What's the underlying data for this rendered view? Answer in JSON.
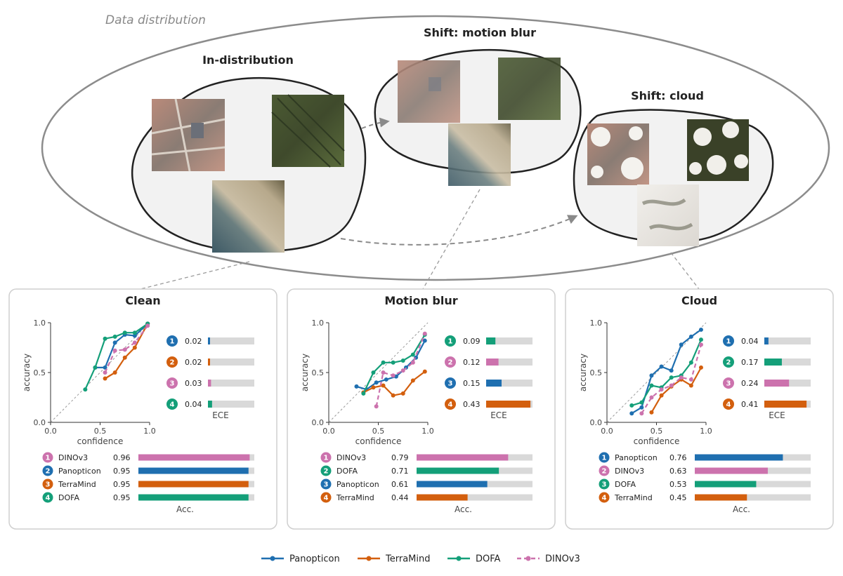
{
  "diagram": {
    "outer_label": "Data distribution",
    "regions": [
      {
        "label": "In-distribution"
      },
      {
        "label": "Shift: motion blur"
      },
      {
        "label": "Shift: cloud"
      }
    ]
  },
  "colors": {
    "Panopticon": "#1f6fb0",
    "TerraMind": "#d35f0e",
    "DOFA": "#149f79",
    "DINOv3": "#cc72ad",
    "bar_bg": "#d9d9d9"
  },
  "panels": [
    {
      "title": "Clean",
      "xlabel": "confidence",
      "ylabel": "accuracy",
      "ece_label": "ECE",
      "acc_label": "Acc.",
      "ece_rank": [
        {
          "rank": "1",
          "model": "Panopticon",
          "value": "0.02",
          "v": 0.02
        },
        {
          "rank": "2",
          "model": "TerraMind",
          "value": "0.02",
          "v": 0.02
        },
        {
          "rank": "3",
          "model": "DINOv3",
          "value": "0.03",
          "v": 0.03
        },
        {
          "rank": "4",
          "model": "DOFA",
          "value": "0.04",
          "v": 0.04
        }
      ],
      "acc_rank": [
        {
          "rank": "1",
          "model": "DINOv3",
          "value": "0.96",
          "v": 0.96
        },
        {
          "rank": "2",
          "model": "Panopticon",
          "value": "0.95",
          "v": 0.95
        },
        {
          "rank": "3",
          "model": "TerraMind",
          "value": "0.95",
          "v": 0.95
        },
        {
          "rank": "4",
          "model": "DOFA",
          "value": "0.95",
          "v": 0.95
        }
      ],
      "chart_data": {
        "type": "line",
        "xlim": [
          0,
          1
        ],
        "ylim": [
          0,
          1
        ],
        "xticks": [
          "0.0",
          "0.5",
          "1.0"
        ],
        "yticks": [
          "0.0",
          "0.5",
          "1.0"
        ],
        "series": [
          {
            "name": "Panopticon",
            "points": [
              [
                0.45,
                0.55
              ],
              [
                0.55,
                0.55
              ],
              [
                0.65,
                0.8
              ],
              [
                0.75,
                0.88
              ],
              [
                0.85,
                0.87
              ],
              [
                0.98,
                0.99
              ]
            ]
          },
          {
            "name": "TerraMind",
            "points": [
              [
                0.55,
                0.44
              ],
              [
                0.65,
                0.5
              ],
              [
                0.75,
                0.65
              ],
              [
                0.85,
                0.75
              ],
              [
                0.98,
                0.99
              ]
            ]
          },
          {
            "name": "DOFA",
            "points": [
              [
                0.35,
                0.33
              ],
              [
                0.45,
                0.55
              ],
              [
                0.55,
                0.84
              ],
              [
                0.65,
                0.86
              ],
              [
                0.75,
                0.9
              ],
              [
                0.85,
                0.9
              ],
              [
                0.98,
                0.99
              ]
            ]
          },
          {
            "name": "DINOv3",
            "points": [
              [
                0.55,
                0.5
              ],
              [
                0.65,
                0.72
              ],
              [
                0.75,
                0.73
              ],
              [
                0.85,
                0.8
              ],
              [
                0.98,
                0.97
              ]
            ]
          }
        ]
      }
    },
    {
      "title": "Motion blur",
      "xlabel": "confidence",
      "ylabel": "accuracy",
      "ece_label": "ECE",
      "acc_label": "Acc.",
      "ece_rank": [
        {
          "rank": "1",
          "model": "DOFA",
          "value": "0.09",
          "v": 0.09
        },
        {
          "rank": "2",
          "model": "DINOv3",
          "value": "0.12",
          "v": 0.12
        },
        {
          "rank": "3",
          "model": "Panopticon",
          "value": "0.15",
          "v": 0.15
        },
        {
          "rank": "4",
          "model": "TerraMind",
          "value": "0.43",
          "v": 0.43
        }
      ],
      "acc_rank": [
        {
          "rank": "1",
          "model": "DINOv3",
          "value": "0.79",
          "v": 0.79
        },
        {
          "rank": "2",
          "model": "DOFA",
          "value": "0.71",
          "v": 0.71
        },
        {
          "rank": "3",
          "model": "Panopticon",
          "value": "0.61",
          "v": 0.61
        },
        {
          "rank": "4",
          "model": "TerraMind",
          "value": "0.44",
          "v": 0.44
        }
      ],
      "chart_data": {
        "type": "line",
        "xlim": [
          0,
          1
        ],
        "ylim": [
          0,
          1
        ],
        "xticks": [
          "0.0",
          "0.5",
          "1.0"
        ],
        "yticks": [
          "0.0",
          "0.5",
          "1.0"
        ],
        "series": [
          {
            "name": "Panopticon",
            "points": [
              [
                0.28,
                0.36
              ],
              [
                0.38,
                0.33
              ],
              [
                0.48,
                0.4
              ],
              [
                0.58,
                0.43
              ],
              [
                0.68,
                0.46
              ],
              [
                0.78,
                0.55
              ],
              [
                0.88,
                0.65
              ],
              [
                0.97,
                0.82
              ]
            ]
          },
          {
            "name": "TerraMind",
            "points": [
              [
                0.35,
                0.3
              ],
              [
                0.45,
                0.35
              ],
              [
                0.55,
                0.37
              ],
              [
                0.65,
                0.27
              ],
              [
                0.75,
                0.29
              ],
              [
                0.85,
                0.42
              ],
              [
                0.97,
                0.51
              ]
            ]
          },
          {
            "name": "DOFA",
            "points": [
              [
                0.35,
                0.29
              ],
              [
                0.45,
                0.5
              ],
              [
                0.55,
                0.6
              ],
              [
                0.65,
                0.6
              ],
              [
                0.75,
                0.62
              ],
              [
                0.85,
                0.68
              ],
              [
                0.97,
                0.88
              ]
            ]
          },
          {
            "name": "DINOv3",
            "points": [
              [
                0.48,
                0.16
              ],
              [
                0.55,
                0.5
              ],
              [
                0.65,
                0.47
              ],
              [
                0.75,
                0.52
              ],
              [
                0.85,
                0.6
              ],
              [
                0.97,
                0.89
              ]
            ]
          }
        ]
      }
    },
    {
      "title": "Cloud",
      "xlabel": "confidence",
      "ylabel": "accuracy",
      "ece_label": "ECE",
      "acc_label": "Acc.",
      "ece_rank": [
        {
          "rank": "1",
          "model": "Panopticon",
          "value": "0.04",
          "v": 0.04
        },
        {
          "rank": "2",
          "model": "DOFA",
          "value": "0.17",
          "v": 0.17
        },
        {
          "rank": "3",
          "model": "DINOv3",
          "value": "0.24",
          "v": 0.24
        },
        {
          "rank": "4",
          "model": "TerraMind",
          "value": "0.41",
          "v": 0.41
        }
      ],
      "acc_rank": [
        {
          "rank": "1",
          "model": "Panopticon",
          "value": "0.76",
          "v": 0.76
        },
        {
          "rank": "2",
          "model": "DINOv3",
          "value": "0.63",
          "v": 0.63
        },
        {
          "rank": "3",
          "model": "DOFA",
          "value": "0.53",
          "v": 0.53
        },
        {
          "rank": "4",
          "model": "TerraMind",
          "value": "0.45",
          "v": 0.45
        }
      ],
      "chart_data": {
        "type": "line",
        "xlim": [
          0,
          1
        ],
        "ylim": [
          0,
          1
        ],
        "xticks": [
          "0.0",
          "0.5",
          "1.0"
        ],
        "yticks": [
          "0.0",
          "0.5",
          "1.0"
        ],
        "series": [
          {
            "name": "Panopticon",
            "points": [
              [
                0.25,
                0.09
              ],
              [
                0.35,
                0.15
              ],
              [
                0.45,
                0.47
              ],
              [
                0.55,
                0.56
              ],
              [
                0.65,
                0.52
              ],
              [
                0.75,
                0.78
              ],
              [
                0.85,
                0.86
              ],
              [
                0.95,
                0.93
              ]
            ]
          },
          {
            "name": "TerraMind",
            "points": [
              [
                0.45,
                0.1
              ],
              [
                0.55,
                0.27
              ],
              [
                0.65,
                0.36
              ],
              [
                0.75,
                0.43
              ],
              [
                0.85,
                0.37
              ],
              [
                0.95,
                0.55
              ]
            ]
          },
          {
            "name": "DOFA",
            "points": [
              [
                0.25,
                0.17
              ],
              [
                0.35,
                0.2
              ],
              [
                0.45,
                0.37
              ],
              [
                0.55,
                0.35
              ],
              [
                0.65,
                0.45
              ],
              [
                0.75,
                0.47
              ],
              [
                0.85,
                0.6
              ],
              [
                0.95,
                0.83
              ]
            ]
          },
          {
            "name": "DINOv3",
            "points": [
              [
                0.35,
                0.09
              ],
              [
                0.45,
                0.25
              ],
              [
                0.55,
                0.33
              ],
              [
                0.65,
                0.37
              ],
              [
                0.75,
                0.45
              ],
              [
                0.85,
                0.43
              ],
              [
                0.95,
                0.78
              ]
            ]
          }
        ]
      }
    }
  ],
  "legend": [
    {
      "label": "Panopticon",
      "style": "solid"
    },
    {
      "label": "TerraMind",
      "style": "solid"
    },
    {
      "label": "DOFA",
      "style": "solid"
    },
    {
      "label": "DINOv3",
      "style": "dashed"
    }
  ]
}
